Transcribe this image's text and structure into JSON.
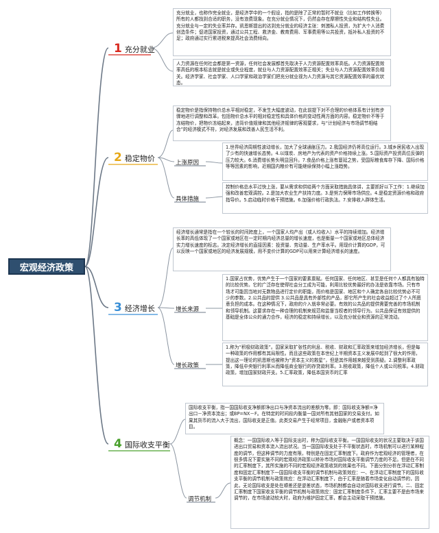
{
  "root": {
    "label": "宏观经济政策"
  },
  "topics": [
    {
      "number": "1",
      "label": "充分就业",
      "color": "#d8281e",
      "texts": [
        "充分就业，也称作完全就业，是经济学中的一个假设，指的是除了正常的暂时不就业（比如工作转换等）所有的人都找到合适的职务，没有浪费现象。在充分就业情况下，仍然会存在摩擦性失业和结构性失业。充分就业与一定的失业率并存。凯恩斯提出的达到充分就业的经济主张：刺激私人投资，为扩大个人消费创造条件；促进国家投资，通过公共工程、救济金、教育费用、军事费用等公共投资，抵补私人投资的不足；政府通过实行累进税来提高社会消费倾向。",
        "人力资源在任何社会都是第一资源，任何社会发展都首先取决于人力资源配置效率高低。人力资源配置效率高低的根本标志就是就业或失业程度，就业与人力资源配置效率正相关；失业与人力资源配置效率负相关。经济学家、社会学家、人口学家和政治学家们把充分就业视为人力资源与其它资源配置效率的最优状态。"
      ]
    },
    {
      "number": "2",
      "label": "稳定物价",
      "color": "#e6a817",
      "intro": "稳定物价是指保持物价总水平相对稳定，不发生大幅度波动，在此前提下对不合理的价格体系有计划有步骤地进行调整和改革。包括物价总水平的相对稳定性和具体价格的变动性两方面的内容。稳定物价不等于冻结物价，把物价冻结起来，违背价值规律和其他经济规律的客观要求，与“计划经济与市场调节相结合”的经济模式不符，对经济发展和改善人民生活不利。",
      "subs": [
        {
          "label": "上涨原因",
          "text": "1.世界经济周期性波动增长，加大了全球通胀压力。2.我国经济仍将高位运行。3.城乡居民收入出现了少有的快速增长态势。4.以煤炭、房地产为代表的资产价格持续上涨。5.国际资产投资高位反弹的压力较大。6.消费增长势头明显回升。7.食品价格上涨有蔓延之势，受国际粮食库存下降、国际价格等等因素的影响，近期国内粮价有可能继续保持小幅上涨趋势。"
        },
        {
          "label": "具体措施",
          "text": "控制价格总水平过快上涨，要从需求和供给两个方面采取措施具体讲，主要抓好以下工作：1.继续加强和改善宏观调控。2.是加大农业生产扶持力度。3.是努力保障市场供应。4.是稳定资源价格和政府指导价。5.启动临时价格干预措施。6.加强价格行政执法。7.安排收入群体生活。"
        }
      ]
    },
    {
      "number": "3",
      "label": "经济增长",
      "color": "#3a8fd6",
      "intro": "经济增长通常是指在一个较长的时间跨度上，一个国家人均产出（或人均收入）水平的持续增加。经济增长率的高低体现了一个国家或地区在一定时期内经济总量的增长速度，也是衡量一个国家或地区总体经济实力增长速度的标志。决定经济增长的直接因素：投资量、劳动量、生产率水平。用现价计算的GDP，可以反映一个国家或地区的经济发展规模，用不变价计算的GDP可以用来计算经济增长的速度。",
      "subs": [
        {
          "label": "增长来源",
          "text": "1.国家占优势，优势产生于一个国家的要素禀赋。任何国家、任何地区、甚至是任何个人都具有独特的比较优势。它的广泛存在使得社会分工成为可能，利用比较优势最好的办法是依靠市场。只有市场才可能因当地对无数物品进行定价的职能，而价格是国家、地区和个人确定各自比较优势必不可少的参数。2.公共品的提供 3.公共品是具有外部性的产品，即它所产生的社会收益超过了个人所愿意负担的成本。在这种情况下，政府的介入就非常必要。有效的公共品的提供需要完善的市场机制和领导机制。这要求存在一种合理的机制来规范和监督当权者的领导行为。公共品保证有效提供的基础是全体公众的通力合作，经济的稳定和持续增长，以及充分就业和资源的正常流动。"
        },
        {
          "label": "增长政策",
          "text": "1.称为“积极财政政策”。国家采取扩张性的利息、税收、财政和汇率政策来增加经济增长，但是每一种政策的作用都有其局限性。而且这些政策在本世纪上半期资本主义发展中起到了很大的作用，提出这一理论的凯恩斯也被称为“资本主义的救星”，但是其作用越来越受到质疑。2.调整利率政策，降低中央银行利率从而降低商业银行的存贷款利率。3.税收政策，降低个人或公司税率。4.财政政策，增加国家财政开支。5.汇率政策，降低本国货币的汇率"
        }
      ]
    },
    {
      "number": "4",
      "label": "国际收支平衡",
      "color": "#4aa02c",
      "intro": "国际收支平衡，指一国国际收支净额即净出口与净资本流出的差额为零。即：国际收支净额=净出口－净资本流出；或BP=NX－F。在特定的时间段内衡量一国对所有其他国家的交易支付。如果其货币的流入大于流出，国际收支是正值。此类交易产生于经常项目，金融账户或者资本项目。",
      "subs": [
        {
          "label": "调节机制",
          "text": "概念：一国国际收入等于国际支出时，称为国际收支平衡。一国国际收支的状况主要取决于该国进出口贸易和资本流入流出状况。当一国国际收支处于不平衡状态时，市场机制可以进行某种程度的调节，但这种调节的力度有限，特别是在固定汇率制度下。政府作为宏观经济的管理者，在很多情况下要实施不同的宏观经济政策以矫补市场对国际收支平衡调节力度的不足。但是在不同的汇率制度下，其所实施的不同的宏观经济政策收到的效果也不同。下面分别分析在浮动汇率制度和固定汇率制度下一国国际收支平衡的调节机制与政策效应：一、在浮动汇率制度下的国际收支平衡的调节机制与政策效应：在浮动汇率制度下，由于汇率是随着市场变化自动调节的，因此，无论国际收支是处在顺差还是逆差状态，市场机制都会自动对国际收支进行调节。二、固定汇率制度下国家收支平衡的调节机制与政策效应：固定汇率制度条件下，汇率主要不是由市场来调节的，在市场波动较大时，政府为维护固定汇率，都会主动采取干预措施。"
        }
      ]
    }
  ]
}
